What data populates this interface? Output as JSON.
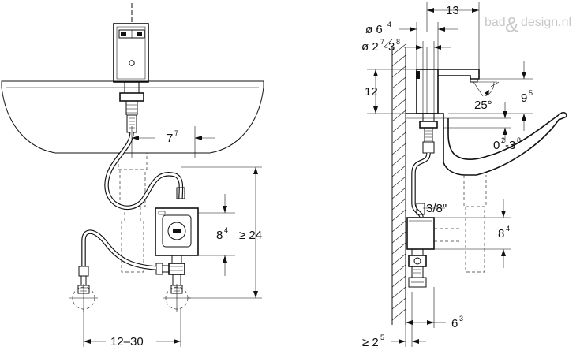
{
  "watermark": {
    "left": "bad",
    "amp": "&",
    "right": "design.nl"
  },
  "left_view": {
    "dim_7_7": {
      "main": "7",
      "sup": "7"
    },
    "dim_8_4": {
      "main": "8",
      "sup": "4"
    },
    "dim_24": {
      "main": "≥ 24"
    },
    "dim_12_30": {
      "main": "12–30"
    }
  },
  "right_view": {
    "dim_13": {
      "main": "13"
    },
    "dim_6_4": {
      "main": "ø 6",
      "sup": "4"
    },
    "dim_2_7_3_8": {
      "pre": "ø 2",
      "sup1": "7",
      "mid": "-3",
      "sup2": "8"
    },
    "dim_12": {
      "main": "12"
    },
    "dim_9_5": {
      "main": "9",
      "sup": "5"
    },
    "dim_25deg": {
      "main": "25°"
    },
    "dim_0_2_3_8": {
      "pre": "0",
      "sup1": "2",
      "mid": "-3",
      "sup2": "8"
    },
    "dim_3_8_inch": {
      "main": "3/8\""
    },
    "dim_8_4": {
      "main": "8",
      "sup": "4"
    },
    "dim_6_3": {
      "main": "6",
      "sup": "3"
    },
    "dim_2_5": {
      "main": "≥ 2",
      "sup": "5"
    }
  }
}
